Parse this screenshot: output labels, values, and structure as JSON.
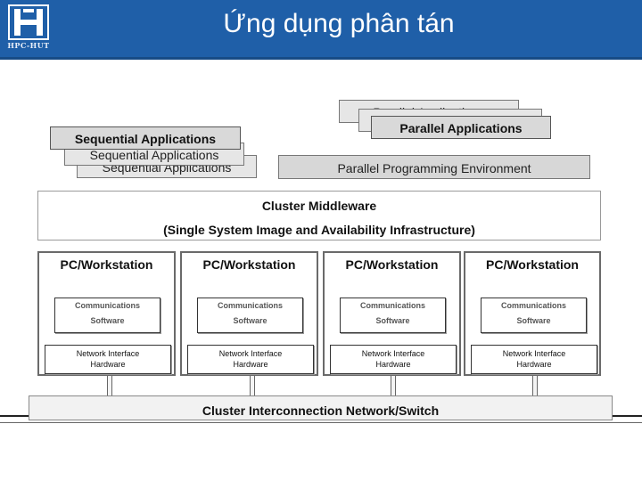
{
  "header": {
    "title": "Ứng dụng phân tán",
    "logo_text": "HPC-HUT",
    "logo_icon": "hpc-hut-logo-icon",
    "colors": {
      "header_bg": "#1f5fa8",
      "title_text": "#ffffff"
    }
  },
  "diagram": {
    "sequential_apps": [
      "Sequential Applications",
      "Sequential Applications",
      "Sequential Applications"
    ],
    "parallel_apps": [
      "Parallel Applications",
      "Parallel Applications"
    ],
    "parallel_env": "Parallel Programming Environment",
    "middleware": {
      "title": "Cluster Middleware",
      "subtitle": "(Single System Image and Availability Infrastructure)"
    },
    "workstations": [
      {
        "title": "PC/Workstation",
        "comm_line1": "Communications",
        "comm_line2": "Software",
        "nic_line1": "Network Interface",
        "nic_line2": "Hardware"
      },
      {
        "title": "PC/Workstation",
        "comm_line1": "Communications",
        "comm_line2": "Software",
        "nic_line1": "Network Interface",
        "nic_line2": "Hardware"
      },
      {
        "title": "PC/Workstation",
        "comm_line1": "Communications",
        "comm_line2": "Software",
        "nic_line1": "Network Interface",
        "nic_line2": "Hardware"
      },
      {
        "title": "PC/Workstation",
        "comm_line1": "Communications",
        "comm_line2": "Software",
        "nic_line1": "Network Interface",
        "nic_line2": "Hardware"
      }
    ],
    "network": "Cluster Interconnection Network/Switch"
  }
}
